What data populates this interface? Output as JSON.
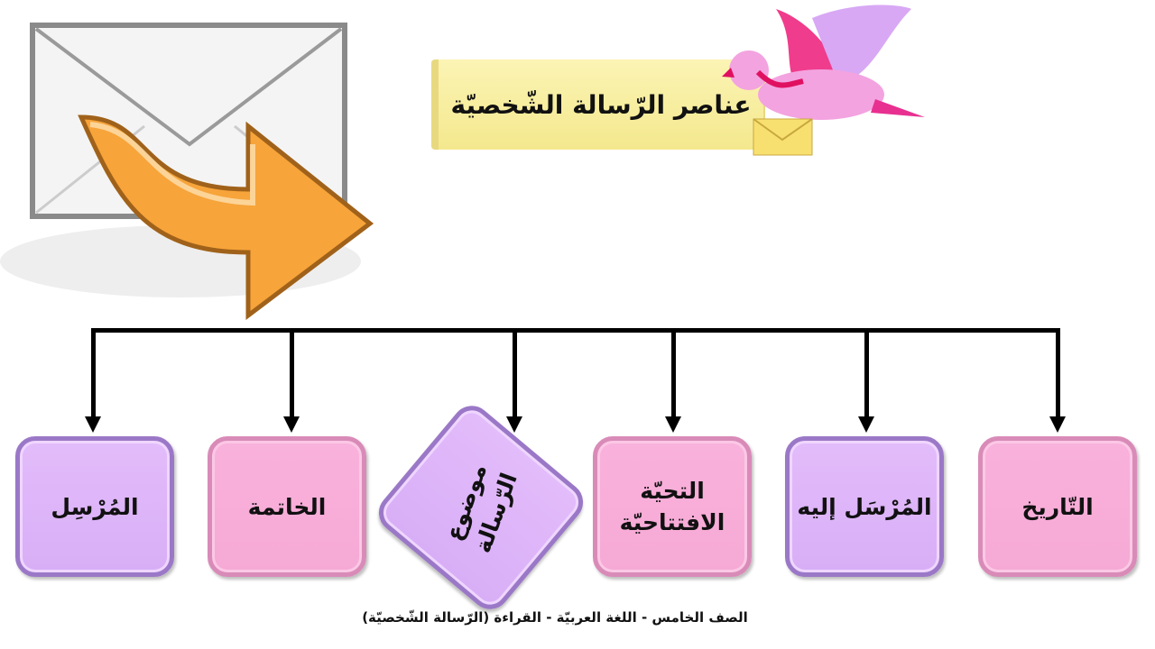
{
  "title": "عناصر الرّسالة الشّخصيّة",
  "boxes": [
    {
      "label": "التّاريخ",
      "color": "pink"
    },
    {
      "label": "المُرْسَل إليه",
      "color": "purple"
    },
    {
      "label": "التحيّة الافتتاحيّة",
      "color": "pink"
    },
    {
      "label": "موضوع الرّسالة",
      "color": "purple"
    },
    {
      "label": "الخاتمة",
      "color": "pink"
    },
    {
      "label": "المُرْسِل",
      "color": "purple"
    }
  ],
  "footer": "الصف الخامس - اللغة العربيّة - القراءة (الرّسالة الشّخصيّة)",
  "colors": {
    "pink": "#f9b2dc",
    "purple": "#e0b8fa",
    "banner": "#f8efa8",
    "arrow": "#f5a030"
  },
  "icons": [
    "envelope-icon",
    "forward-arrow-icon",
    "bird-with-letter-icon"
  ]
}
